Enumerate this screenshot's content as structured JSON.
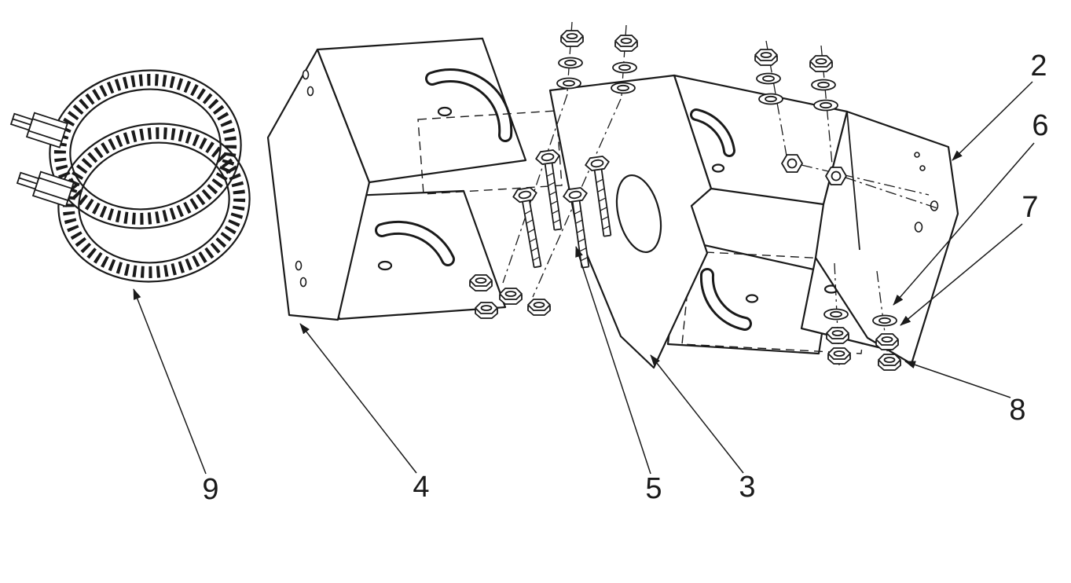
{
  "diagram": {
    "background_color": "#ffffff",
    "line_color": "#1a1a1a",
    "callouts": {
      "c2": {
        "label": "2"
      },
      "c3": {
        "label": "3"
      },
      "c4": {
        "label": "4"
      },
      "c5": {
        "label": "5"
      },
      "c6": {
        "label": "6"
      },
      "c7": {
        "label": "7"
      },
      "c8": {
        "label": "8"
      },
      "c9": {
        "label": "9"
      }
    }
  }
}
